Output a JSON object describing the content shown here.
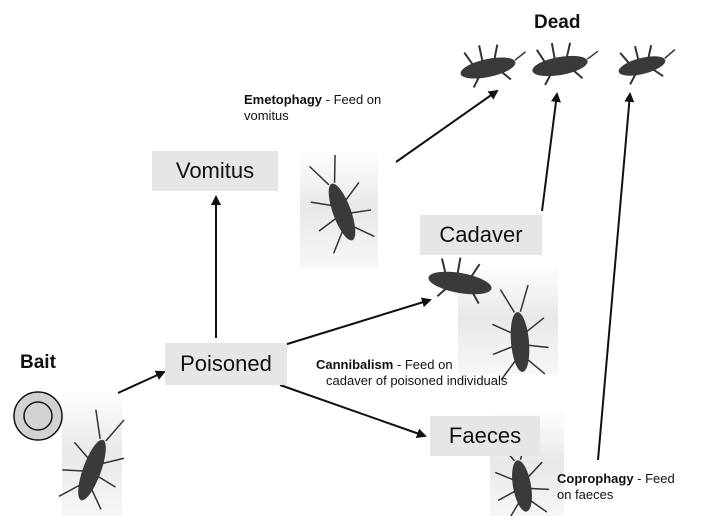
{
  "labels": {
    "dead": "Dead",
    "bait": "Bait"
  },
  "boxes": {
    "vomitus": "Vomitus",
    "poisoned": "Poisoned",
    "cadaver": "Cadaver",
    "faeces": "Faeces"
  },
  "captions": {
    "emetophagy_term": "Emetophagy",
    "emetophagy_line1": " - Feed on",
    "emetophagy_line2": "vomitus",
    "cannibalism_term": "Cannibalism",
    "cannibalism_line1": " - Feed on",
    "cannibalism_line2": "cadaver of poisoned individuals",
    "coprophagy_term": "Coprophagy",
    "coprophagy_line1": " - Feed",
    "coprophagy_line2": "on faeces"
  },
  "colors": {
    "box_fill": "#e6e6e6",
    "arrow": "#111111",
    "photo_bg": "#ececec",
    "insect": "#3a3a3a"
  }
}
